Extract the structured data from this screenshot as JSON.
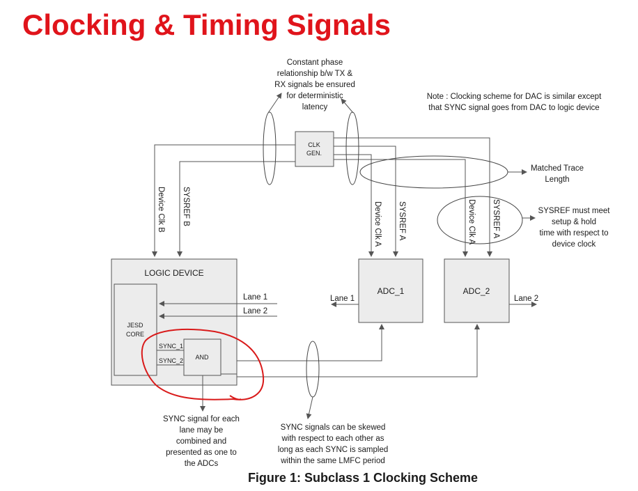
{
  "title": "Clocking & Timing Signals",
  "colors": {
    "title": "#e0141b",
    "highlight_circle": "#d91a1a",
    "box_fill": "#ececec",
    "line": "#555555"
  },
  "annotations": {
    "phase_note": [
      "Constant phase",
      "relationship b/w TX &",
      "RX signals be ensured",
      "for deterministic",
      "latency"
    ],
    "dac_note": [
      "Note : Clocking scheme for DAC is similar except",
      "that SYNC signal goes from DAC to logic device"
    ],
    "matched_trace": [
      "Matched Trace",
      "Length"
    ],
    "sysref_note": [
      "SYSREF must meet",
      "setup & hold",
      "time with respect to",
      "device clock"
    ],
    "sync_combine_note": [
      "SYNC signal for each",
      "lane may be",
      "combined and",
      "presented as one to",
      "the ADCs"
    ],
    "sync_skew_note": [
      "SYNC  signals can be skewed",
      "with respect to each other as",
      "long as each SYNC is sampled",
      "within the same LMFC period"
    ]
  },
  "blocks": {
    "clk_gen": [
      "CLK",
      "GEN."
    ],
    "logic_device": "LOGIC DEVICE",
    "jesd_core": [
      "JESD",
      "CORE"
    ],
    "and_gate": "AND",
    "adc1": "ADC_1",
    "adc2": "ADC_2"
  },
  "signals": {
    "device_clk_b": "Device Clk B",
    "sysref_b": "SYSREF B",
    "device_clk_a": "Device Clk A",
    "sysref_a": "SYSREF A",
    "lane1": "Lane 1",
    "lane2": "Lane 2",
    "sync1": "SYNC_1",
    "sync2": "SYNC_2"
  },
  "caption": "Figure 1: Subclass 1 Clocking Scheme"
}
